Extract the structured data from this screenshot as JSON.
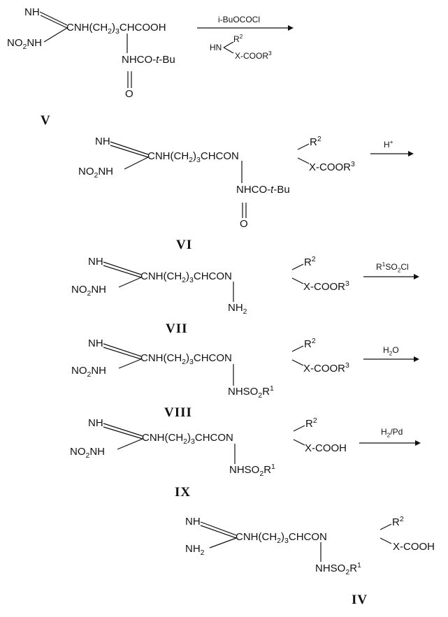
{
  "compounds": [
    {
      "id": "V",
      "label": "V"
    },
    {
      "id": "VI",
      "label": "VI"
    },
    {
      "id": "VII",
      "label": "VII"
    },
    {
      "id": "VIII",
      "label": "VIII"
    },
    {
      "id": "IX",
      "label": "IX"
    },
    {
      "id": "IV",
      "label": "IV"
    }
  ],
  "reagents": {
    "step1_a": "i-BuOCOCl",
    "step1_b_amine": "HN",
    "step1_b_r": "R",
    "step1_b_sup": "2",
    "step1_b_ester": "X-COOR",
    "step1_b_ester_sup": "3",
    "step2": "H",
    "step2_sup": "+",
    "step3_pre": "R",
    "step3_sup": "1",
    "step3_post": "SO",
    "step3_sub": "2",
    "step3_end": "Cl",
    "step4_pre": "H",
    "step4_sub": "2",
    "step4_post": "O",
    "step5_pre": "H",
    "step5_sub": "2",
    "step5_post": "/Pd"
  },
  "fragments": {
    "nh": "NH",
    "no2nh_pre": "NO",
    "no2nh_sub": "2",
    "no2nh_post": "NH",
    "nh2_pre": "NH",
    "nh2_sub": "2",
    "chain_pre": "CNH(CH",
    "chain_sub": "2",
    "chain_mid": ")",
    "chain_sub2": "3",
    "acid_end": "CHCOOH",
    "amide_end": "CHCON",
    "boc_pre": "NHCO-",
    "boc_t": "t",
    "boc_post": "-Bu",
    "oxygen": "O",
    "r2": "R",
    "r2_sup": "2",
    "ester_pre": "X-COOR",
    "ester_sup": "3",
    "acid": "X-COOH",
    "sulfonamide_pre": "NHSO",
    "sulfonamide_sub": "2",
    "sulfonamide_post": "R",
    "sulfonamide_sup": "1"
  }
}
